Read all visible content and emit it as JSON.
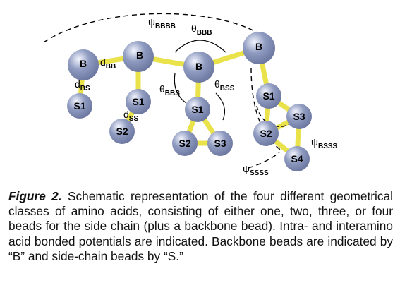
{
  "colors": {
    "bead_fill": "#8f9bc0",
    "bead_highlight": "#f4f6ff",
    "bond": "#e9e24a"
  },
  "beads": {
    "b1": "B",
    "b2": "B",
    "b3": "B",
    "b4": "B",
    "g2_s1": "S1",
    "g2_s2": "S2",
    "g1_s1": "S1",
    "g3_s1": "S1",
    "g3_s2": "S2",
    "g3_s3": "S3",
    "g4_s1": "S1",
    "g4_s2": "S2",
    "g4_s3": "S3",
    "g4_s4": "S4"
  },
  "params": {
    "d_bb": {
      "sym": "d",
      "sub": "BB"
    },
    "d_bs": {
      "sym": "d",
      "sub": "BS"
    },
    "d_ss": {
      "sym": "d",
      "sub": "SS"
    },
    "theta_bbb": {
      "sym": "θ",
      "sub": "BBB"
    },
    "theta_bbs": {
      "sym": "θ",
      "sub": "BBS"
    },
    "theta_bss": {
      "sym": "θ",
      "sub": "BSS"
    },
    "psi_bbbb": {
      "sym": "ψ",
      "sub": "BBBB"
    },
    "psi_bsss": {
      "sym": "ψ",
      "sub": "BSSS"
    },
    "psi_ssss": {
      "sym": "ψ",
      "sub": "SSSS"
    }
  },
  "caption": {
    "label": "Figure 2.",
    "text": "Schematic representation of the four different geometrical classes of amino acids, consisting of either one, two, three, or four beads for the side chain (plus a backbone bead). Intra- and interamino acid bonded potentials are indicated. Backbone beads are indicated by “B” and side-chain beads by “S.”"
  }
}
